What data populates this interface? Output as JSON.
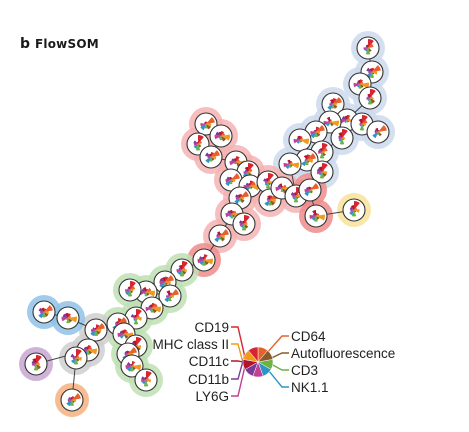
{
  "panel": {
    "letter": "b",
    "title": "FlowSOM"
  },
  "legend": {
    "left": [
      {
        "label": "CD19",
        "color": "#d7262f"
      },
      {
        "label": "MHC class II",
        "color": "#f29a1d"
      },
      {
        "label": "CD11c",
        "color": "#b5122e"
      },
      {
        "label": "CD11b",
        "color": "#7a3b96"
      },
      {
        "label": "LY6G",
        "color": "#c23f94"
      }
    ],
    "right": [
      {
        "label": "CD64",
        "color": "#e8602c"
      },
      {
        "label": "Autofluorescence",
        "color": "#8a5a2b"
      },
      {
        "label": "CD3",
        "color": "#6ab344"
      },
      {
        "label": "NK1.1",
        "color": "#2f93c9"
      }
    ]
  },
  "metaclusters": [
    {
      "name": "red",
      "color": "#f5b3b3"
    },
    {
      "name": "light-blue",
      "color": "#cdd9ec"
    },
    {
      "name": "green",
      "color": "#bfe0b4"
    },
    {
      "name": "grey",
      "color": "#cfcfcf"
    },
    {
      "name": "blue",
      "color": "#8fc2e6"
    },
    {
      "name": "purple",
      "color": "#c7a6d2"
    },
    {
      "name": "orange",
      "color": "#f4b27f"
    },
    {
      "name": "yellow",
      "color": "#f8e39b"
    },
    {
      "name": "dark-red",
      "color": "#ee8c8c"
    }
  ]
}
